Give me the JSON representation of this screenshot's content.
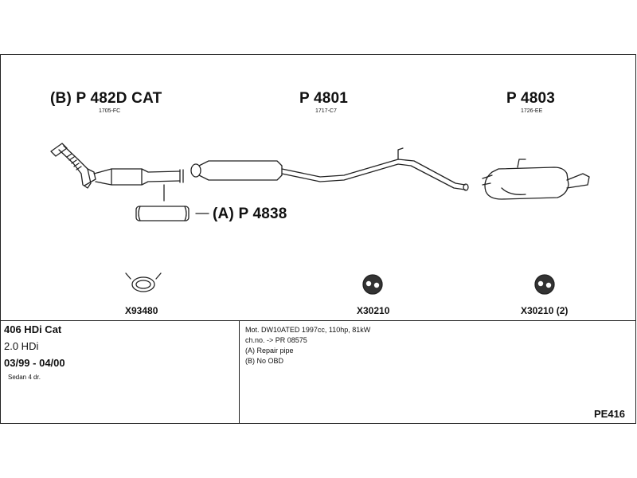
{
  "parts": {
    "front": {
      "number": "(B) P 482D CAT",
      "code": "1705-FC"
    },
    "middle": {
      "number": "P 4801",
      "code": "1717-C7"
    },
    "rear": {
      "number": "P 4803",
      "code": "1726-EE"
    },
    "repair_pipe": {
      "number": "(A) P 4838"
    }
  },
  "accessories": [
    {
      "code": "X93480"
    },
    {
      "code": "X30210"
    },
    {
      "code": "X30210 (2)"
    }
  ],
  "vehicle": {
    "model": "406 HDi Cat",
    "engine": "2.0 HDi",
    "years": "03/99 - 04/00",
    "body": "Sedan 4 dr."
  },
  "notes": [
    "Mot. DW10ATED 1997cc, 110hp, 81kW",
    "ch.no. -> PR 08575",
    "(A) Repair pipe",
    "(B) No OBD"
  ],
  "reference": "PE416"
}
